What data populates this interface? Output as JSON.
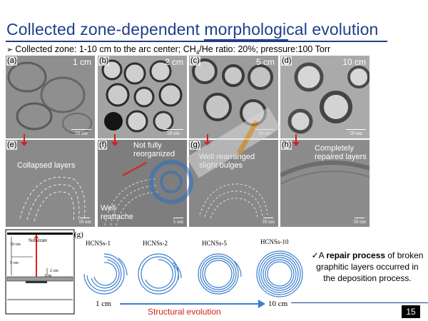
{
  "slide": {
    "title": "Collected zone-dependent morphological evolution",
    "subtitle_prefix": "Collected zone: 1-10 cm to the arc center; CH",
    "subtitle_sub": "4",
    "subtitle_suffix": "/He ratio: 20%;  pressure:100 Torr",
    "page_number": "15"
  },
  "panels_top": [
    {
      "label": "(a)",
      "distance": "1 cm",
      "scale": "50 nm"
    },
    {
      "label": "(b)",
      "distance": "2 cm",
      "scale": "50 nm"
    },
    {
      "label": "(c)",
      "distance": "5 cm",
      "scale": "50 nm"
    },
    {
      "label": "(d)",
      "distance": "10 cm",
      "scale": "50 nm"
    }
  ],
  "panels_bottom": [
    {
      "label": "(e)",
      "annotation": "Collapsed layers",
      "scale": "10 nm"
    },
    {
      "label": "(f)",
      "annotation_top": "Not fully reorganized",
      "annotation_bottom": "Well reattache",
      "scale": "5 nm"
    },
    {
      "label": "(g)",
      "annotation": "Well rearranged slight bulges",
      "scale": "10 nm"
    },
    {
      "label": "(h)",
      "annotation": "Completely repaired layers",
      "scale": "10 nm"
    }
  ],
  "diagram": {
    "substrate_label": "Substrate",
    "dim_10": "10 cm",
    "dim_5": "5 cm",
    "dim_2": "2 cm",
    "dim_1": "1cm"
  },
  "evolution": {
    "panel_label": "(g)",
    "rings": [
      "HCNSs-1",
      "HCNSs-2",
      "HCNSs-5",
      "HCNSs-10"
    ],
    "start_label": "1 cm",
    "end_label": "10 cm",
    "caption": "Structural evolution"
  },
  "conclusion": {
    "check": "✓",
    "pre": "A ",
    "bold": "repair process",
    "post": " of broken graphitic layers occurred in the deposition process."
  },
  "colors": {
    "title": "#1f3f8a",
    "accent_red": "#d42020",
    "ring_blue": "#3a7ed0"
  }
}
